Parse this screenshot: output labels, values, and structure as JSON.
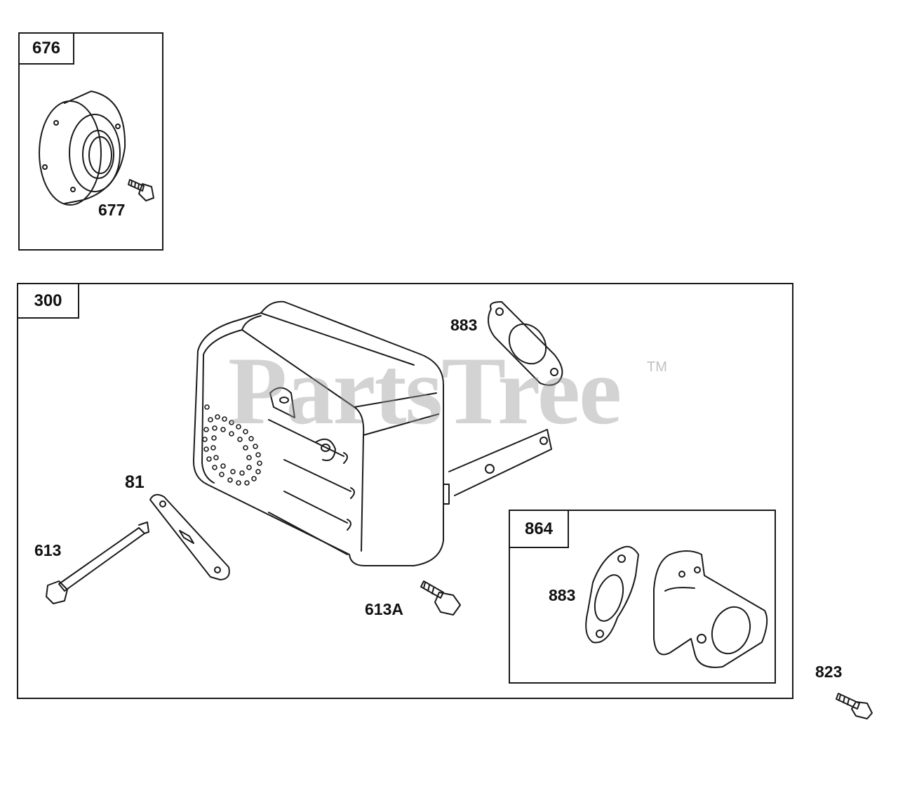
{
  "frames": {
    "f676": {
      "tag": "676"
    },
    "f300": {
      "tag": "300"
    },
    "f864": {
      "tag": "864"
    }
  },
  "callouts": {
    "c677": "677",
    "c883_top": "883",
    "c81": "81",
    "c613": "613",
    "c613A": "613A",
    "c883_inner": "883",
    "c823": "823"
  },
  "watermark": {
    "text": "PartsTree",
    "mark": "TM"
  },
  "colors": {
    "line": "#1a1a1a",
    "watermark": "#969696"
  }
}
